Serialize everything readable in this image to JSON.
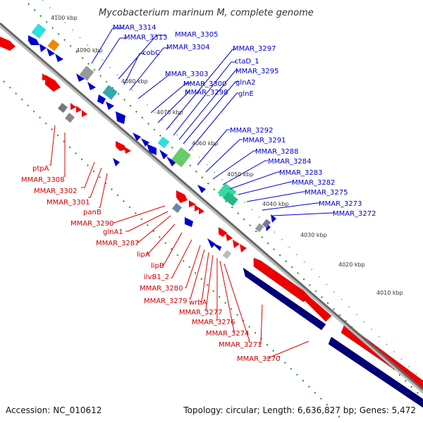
{
  "title": "Mycobacterium marinum M, complete genome",
  "footer": {
    "accession": "Accession: NC_010612",
    "summary": "Topology: circular; Length: 6,636,827 bp; Genes: 5,472"
  },
  "colors": {
    "forward": "#ee0000",
    "reverse": "#0000cc",
    "forward_label": "#cc0000",
    "reverse_label": "#0000cc",
    "backbone": "#888888",
    "tick": "#119911",
    "cyan": "#33dddd",
    "green": "#33cc88",
    "orange": "#ee8800",
    "gray": "#999999"
  },
  "ticks": [
    "4100 kbp",
    "4090 kbp",
    "4080 kbp",
    "4070 kbp",
    "4060 kbp",
    "4050 kbp",
    "4040 kbp",
    "4030 kbp",
    "4020 kbp",
    "4010 kbp"
  ],
  "reverse_genes": [
    "MMAR_3314",
    "MMAR_3313",
    "MMAR_3305",
    "cobC",
    "MMAR_3304",
    "MMAR_3297",
    "ctaD_1",
    "MMAR_3303",
    "MMAR_3295",
    "MMAR_3300",
    "glnA2",
    "MMAR_3298",
    "glnE",
    "MMAR_3292",
    "MMAR_3291",
    "MMAR_3288",
    "MMAR_3284",
    "MMAR_3283",
    "MMAR_3282",
    "MMAR_3275",
    "MMAR_3273",
    "MMAR_3272"
  ],
  "forward_genes": [
    "ptpA",
    "MMAR_3308",
    "MMAR_3302",
    "MMAR_3301",
    "panB",
    "MMAR_3290",
    "glnA1",
    "MMAR_3287",
    "lipA",
    "lipB",
    "ilvB1_2",
    "MMAR_3280",
    "MMAR_3279",
    "wrbA",
    "MMAR_3277",
    "MMAR_3276",
    "MMAR_3274",
    "MMAR_3271",
    "MMAR_3270"
  ]
}
